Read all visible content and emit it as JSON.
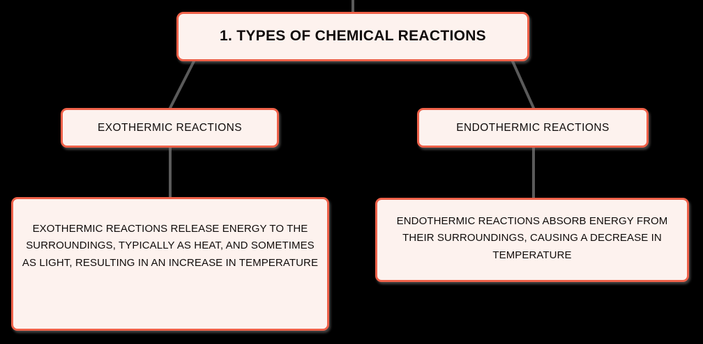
{
  "diagram": {
    "type": "mind-map",
    "background_color": "#000000",
    "node_fill_color": "#FDF2EE",
    "node_border_color": "#EE6149",
    "connector_color": "#5A5A5A",
    "text_color": "#100C0B"
  },
  "root": {
    "label": "1. TYPES OF CHEMICAL REACTIONS"
  },
  "branches": [
    {
      "id": "exothermic",
      "label": "EXOTHERMIC REACTIONS",
      "detail": "EXOTHERMIC REACTIONS RELEASE ENERGY TO THE SURROUNDINGS, TYPICALLY AS HEAT, AND SOMETIMES AS LIGHT, RESULTING IN AN INCREASE IN TEMPERATURE"
    },
    {
      "id": "endothermic",
      "label": "ENDOTHERMIC REACTIONS",
      "detail": "ENDOTHERMIC REACTIONS ABSORB ENERGY FROM THEIR SURROUNDINGS, CAUSING A DECREASE IN TEMPERATURE"
    }
  ]
}
